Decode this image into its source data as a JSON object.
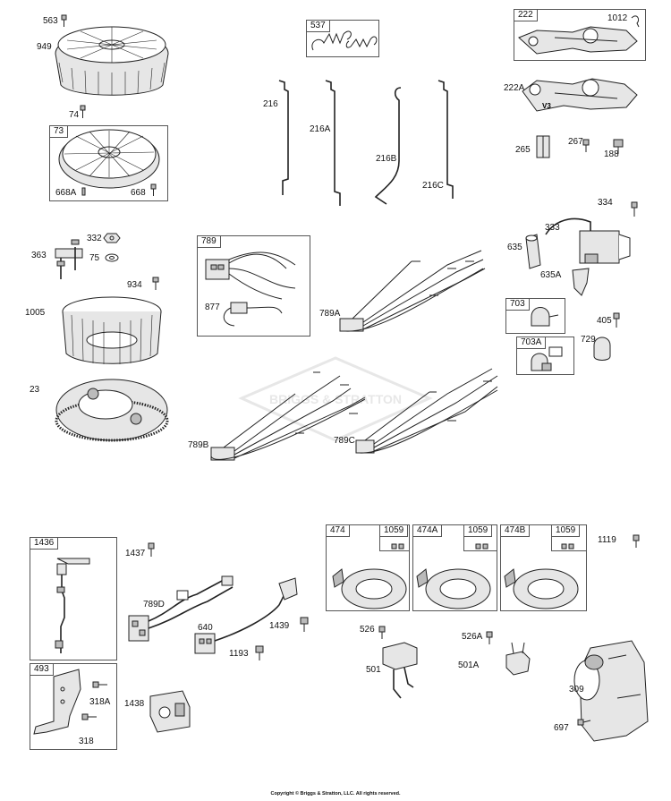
{
  "labels": {
    "p563": "563",
    "p949": "949",
    "p74": "74",
    "p73": "73",
    "p668A": "668A",
    "p668": "668",
    "p537": "537",
    "p216": "216",
    "p216A": "216A",
    "p216B": "216B",
    "p216C": "216C",
    "p222": "222",
    "p1012": "1012",
    "p222A": "222A",
    "p265": "265",
    "p267": "267",
    "p188": "188",
    "p332": "332",
    "p363": "363",
    "p75": "75",
    "p934": "934",
    "p1005": "1005",
    "p23": "23",
    "p789": "789",
    "p877": "877",
    "p789A": "789A",
    "p789B": "789B",
    "p789C": "789C",
    "p334": "334",
    "p333": "333",
    "p635": "635",
    "p635A": "635A",
    "p703": "703",
    "p405": "405",
    "p703A": "703A",
    "p729": "729",
    "p1436": "1436",
    "p1437": "1437",
    "p789D": "789D",
    "p640": "640",
    "p1439": "1439",
    "p1193": "1193",
    "p493": "493",
    "p318A": "318A",
    "p318": "318",
    "p1438": "1438",
    "p474": "474",
    "p1059a": "1059",
    "p474A": "474A",
    "p1059b": "1059",
    "p474B": "474B",
    "p1059c": "1059",
    "p1119": "1119",
    "p526": "526",
    "p526A": "526A",
    "p501": "501",
    "p501A": "501A",
    "p309": "309",
    "p697": "697"
  },
  "watermark": "BRIGGS & STRATTON",
  "bracket_marking": "V3",
  "copyright": "Copyright © Briggs & Stratton, LLC. All rights reserved."
}
